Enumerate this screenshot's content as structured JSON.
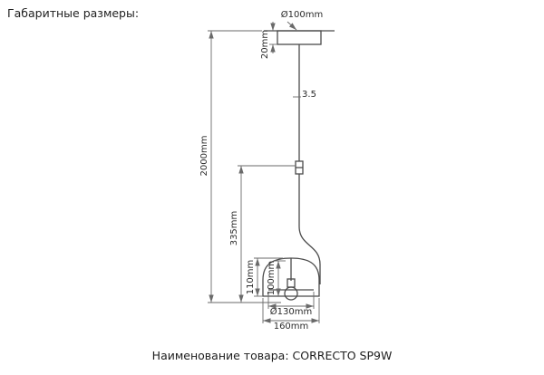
{
  "page": {
    "title": "Габаритные размеры:",
    "footer_label": "Наименование товара:",
    "product_name": "CORRECTO SP9W"
  },
  "dimensions": {
    "canopy_diameter": "Ø100mm",
    "canopy_height": "20mm",
    "cord_diameter": "3.5",
    "overall_height": "2000mm",
    "arm_drop": "335mm",
    "shade_height": "110mm",
    "shade_inner_height": "100mm",
    "shade_inner_diameter": "Ø130mm",
    "shade_width": "160mm"
  },
  "colors": {
    "background": "#ffffff",
    "drawing_line": "#4a4a4a",
    "dimension_line": "#6a6a6a",
    "text": "#2b2b2b"
  }
}
